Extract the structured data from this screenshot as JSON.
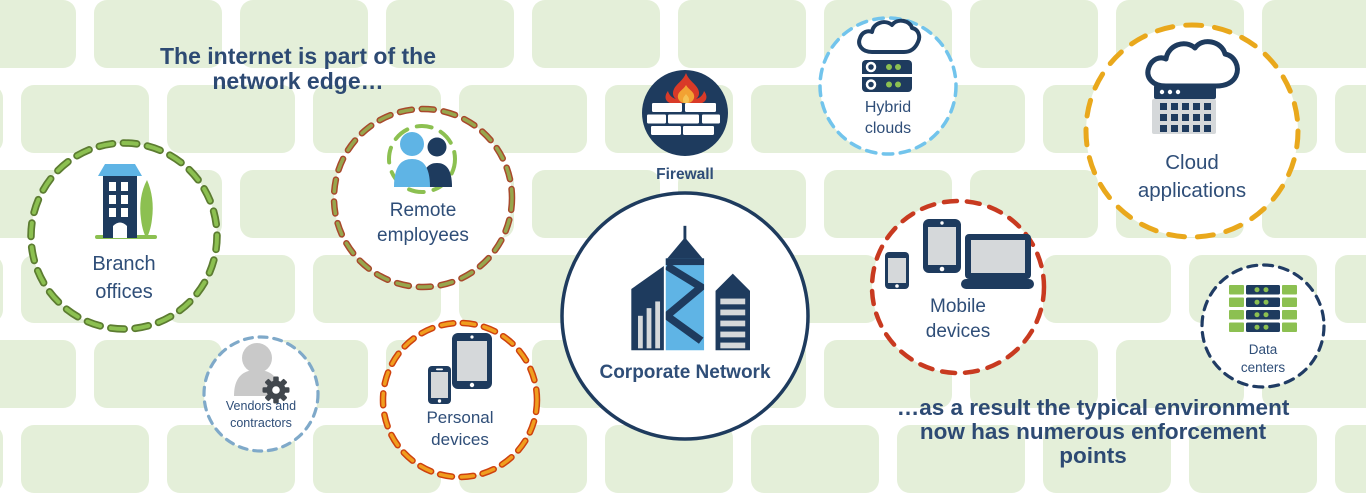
{
  "headings": {
    "top": "The internet is part of the\nnetwork edge…",
    "bottom": "…as a result the typical environment\nnow has numerous enforcement\npoints"
  },
  "nodes": {
    "branch_offices": {
      "label": "Branch\noffices"
    },
    "remote_employees": {
      "label": "Remote\nemployees"
    },
    "vendors_contractors": {
      "label": "Vendors and\ncontractors"
    },
    "personal_devices": {
      "label": "Personal\ndevices"
    },
    "firewall": {
      "label": "Firewall"
    },
    "corporate_network": {
      "label": "Corporate Network"
    },
    "hybrid_clouds": {
      "label": "Hybrid\nclouds"
    },
    "mobile_devices": {
      "label": "Mobile\ndevices"
    },
    "cloud_applications": {
      "label": "Cloud\napplications"
    },
    "data_centers": {
      "label": "Data\ncenters"
    }
  },
  "colors": {
    "heading_text": "#2d4a73",
    "label_text": "#2f4e78",
    "navy": "#1e3b5e",
    "light_blue": "#5fb4e5",
    "green": "#8cc051",
    "green_edge": "#5c7c31",
    "brick_green": "#e4efd9",
    "screen_grey": "#d5d8da",
    "person_grey": "#c9c9c9",
    "gear_grey": "#41474d",
    "flame_red": "#d93a28",
    "flame_orange": "#f2a233",
    "flame_gold": "#f5c254",
    "ring_remote_main": "#97a64d",
    "ring_remote_edge": "#a8492c",
    "ring_vendors": "#7fa9c9",
    "ring_personal_main": "#f09e1e",
    "ring_personal_edge": "#ce410e",
    "ring_hybrid": "#72c4ec",
    "ring_mobile": "#c83a20",
    "ring_cloud_apps": "#e9a81c",
    "ring_data": "#203c64",
    "white": "#ffffff"
  }
}
